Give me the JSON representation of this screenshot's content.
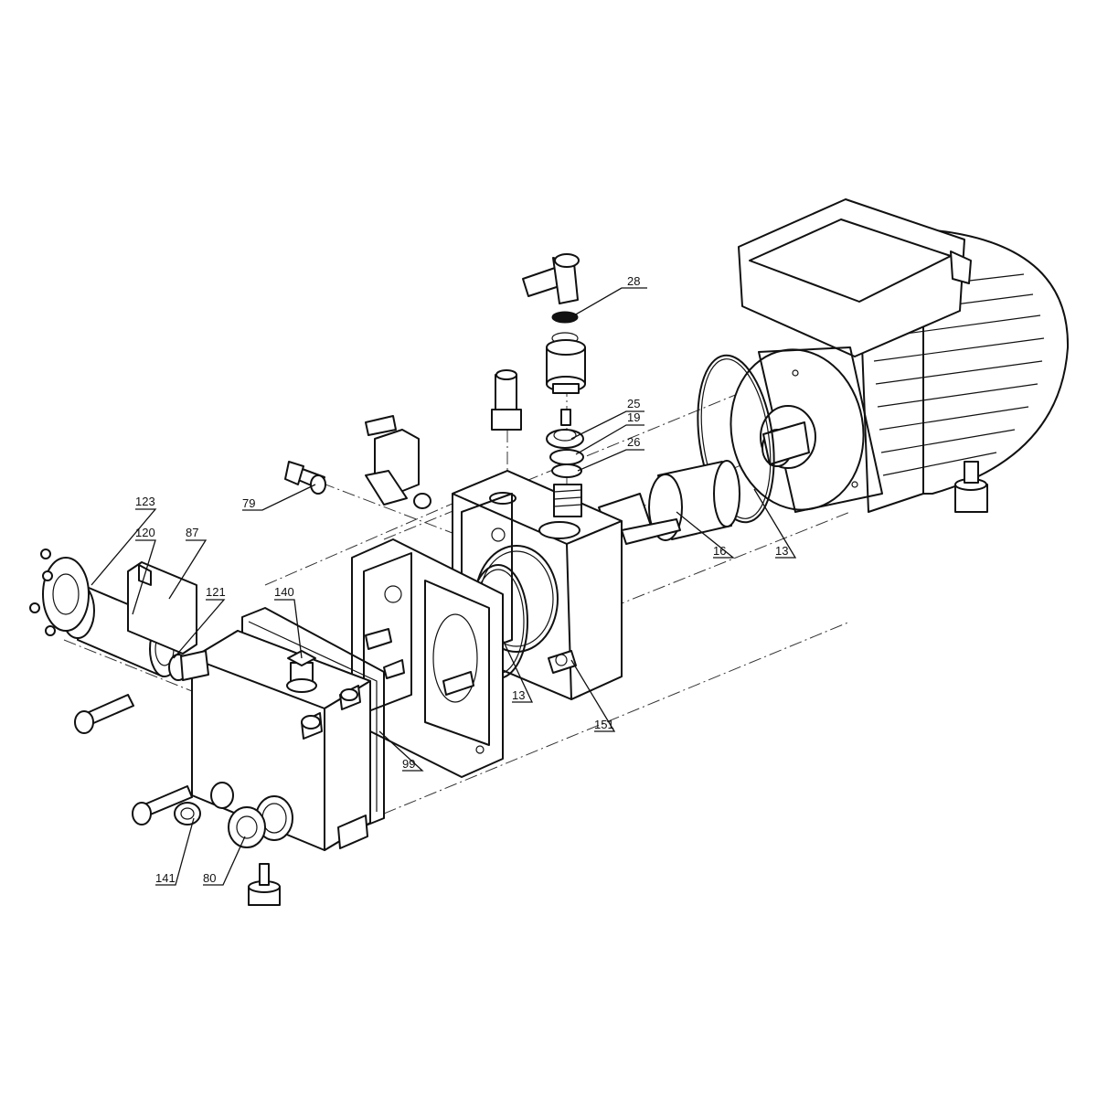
{
  "callouts": [
    {
      "id": "c28",
      "text": "28"
    },
    {
      "id": "c25",
      "text": "25"
    },
    {
      "id": "c19",
      "text": "19"
    },
    {
      "id": "c26",
      "text": "26"
    },
    {
      "id": "c79",
      "text": "79"
    },
    {
      "id": "c123",
      "text": "123"
    },
    {
      "id": "c120",
      "text": "120"
    },
    {
      "id": "c87",
      "text": "87"
    },
    {
      "id": "c121",
      "text": "121"
    },
    {
      "id": "c140",
      "text": "140"
    },
    {
      "id": "c16",
      "text": "16"
    },
    {
      "id": "c13a",
      "text": "13"
    },
    {
      "id": "c13b",
      "text": "13"
    },
    {
      "id": "c151",
      "text": "151"
    },
    {
      "id": "c99",
      "text": "99"
    },
    {
      "id": "c141",
      "text": "141"
    },
    {
      "id": "c80",
      "text": "80"
    }
  ],
  "colors": {
    "line": "#111111",
    "background": "#ffffff"
  }
}
